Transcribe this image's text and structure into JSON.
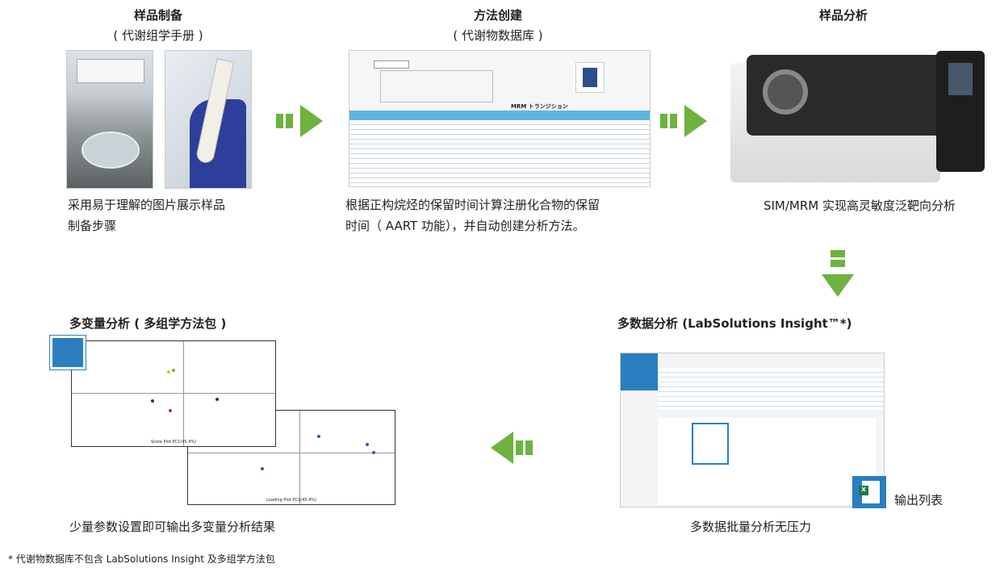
{
  "steps": {
    "prep": {
      "title": "样品制备",
      "subtitle": "( 代谢组学手册 )",
      "caption1": "采用易于理解的图片展示样品",
      "caption2": "制备步骤"
    },
    "method": {
      "title": "方法创建",
      "subtitle": "( 代谢物数据库 )",
      "caption1": "根据正构烷烃的保留时间计算注册化合物的保留",
      "caption2": "时间（ AART 功能），并自动创建分析方法。",
      "sheet_title": "MRM トランジション"
    },
    "analysis": {
      "title": "样品分析",
      "caption": "SIM/MRM 实现高灵敏度泛靶向分析"
    },
    "multidata": {
      "title": "多数据分析 (LabSolutions Insight™*)",
      "caption": "多数据批量分析无压力",
      "export_label": "输出列表"
    },
    "multivariate": {
      "title": "多变量分析 ( 多组学方法包 )",
      "caption": "少量参数设置即可输出多变量分析结果",
      "score_xlabel": "Score Plot PC1(45.4%)",
      "loading_xlabel": "Loading Plot PC1(45.4%)"
    }
  },
  "footnote": "* 代谢物数据库不包含 LabSolutions Insight 及多组学方法包",
  "colors": {
    "arrow": "#6db33f",
    "accent": "#2b7fc0"
  }
}
